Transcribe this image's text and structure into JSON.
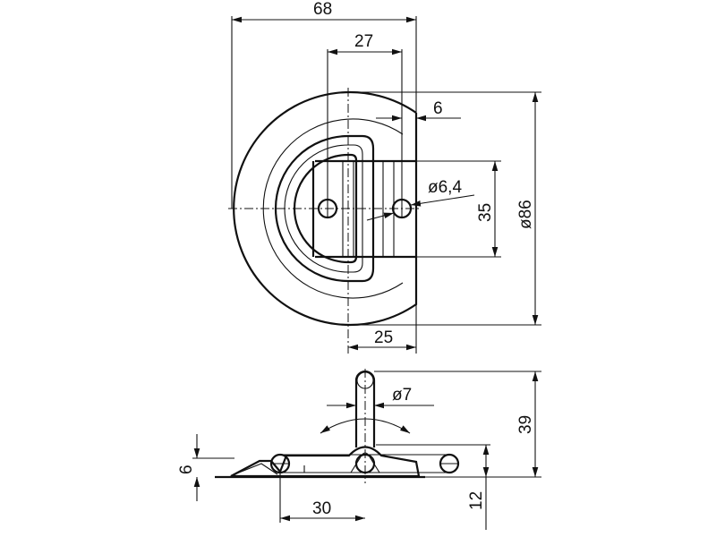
{
  "drawing": {
    "top_view": {
      "dimensions": {
        "overall_width": "68",
        "hole_spacing": "27",
        "edge_offset": "6",
        "hole_diameter": "ø6,4",
        "ring_width": "35",
        "plate_diameter": "ø86",
        "center_to_edge": "25"
      }
    },
    "side_view": {
      "dimensions": {
        "ring_diameter": "ø7",
        "total_height": "39",
        "plate_height": "12",
        "plate_thickness": "6",
        "ring_offset": "30"
      }
    }
  }
}
